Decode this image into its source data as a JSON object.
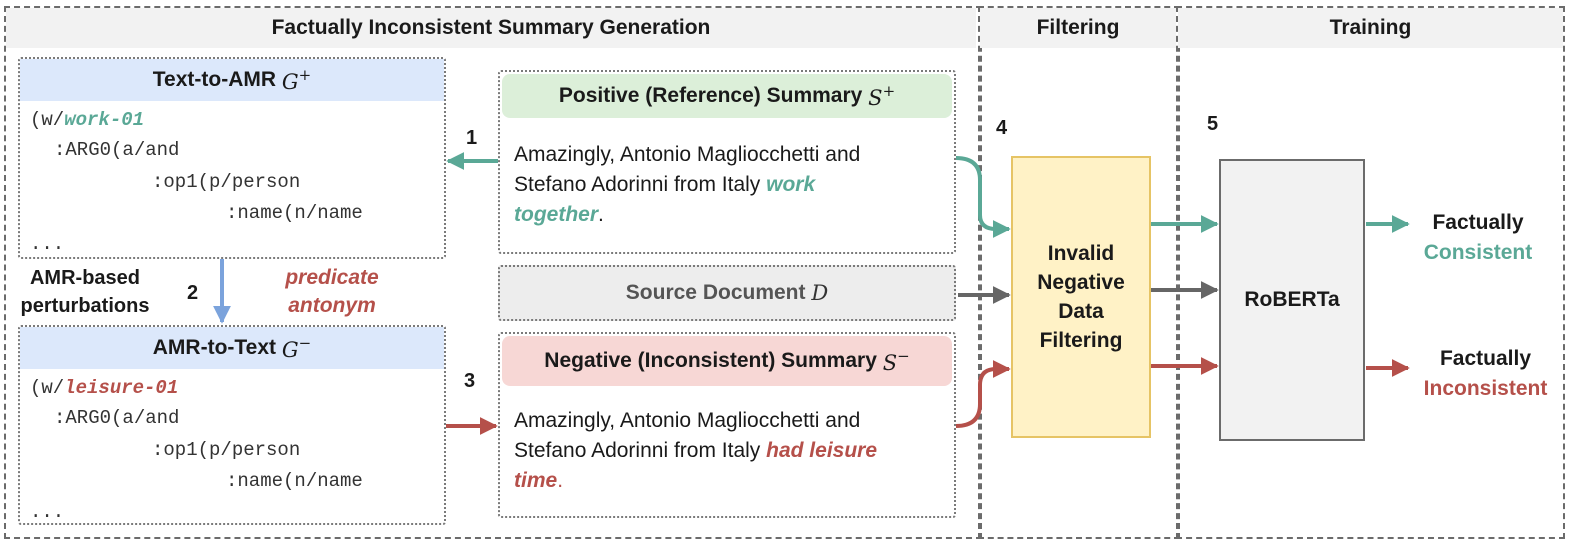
{
  "sections": {
    "generation": "Factually Inconsistent Summary Generation",
    "filtering": "Filtering",
    "training": "Training"
  },
  "text_to_amr": {
    "title": "Text-to-AMR",
    "symbol": "G",
    "sup": "+",
    "lines": [
      "(w/",
      ":ARG0(a/and",
      ":op1(p/person",
      ":name(n/name",
      "..."
    ],
    "predicate": "work-01"
  },
  "amr_to_text": {
    "title": "AMR-to-Text",
    "symbol": "G",
    "sup": "−",
    "lines": [
      "(w/",
      ":ARG0(a/and",
      ":op1(p/person",
      ":name(n/name",
      "..."
    ],
    "predicate": "leisure-01"
  },
  "perturbation": {
    "label": "AMR-based perturbations",
    "label_line1": "AMR-based",
    "label_line2": "perturbations",
    "type_line1": "predicate",
    "type_line2": "antonym"
  },
  "positive_summary": {
    "title": "Positive (Reference) Summary",
    "symbol": "S",
    "sup": "+",
    "text_line1": "Amazingly, Antonio Magliocchetti and",
    "text_line2": "Stefano Adorinni from Italy ",
    "highlight_1": "work",
    "highlight_2": "together",
    "end": "."
  },
  "source_document": {
    "title": "Source Document",
    "symbol": "D"
  },
  "negative_summary": {
    "title": "Negative (Inconsistent) Summary",
    "symbol": "S",
    "sup": "−",
    "text_line1": "Amazingly, Antonio Magliocchetti and",
    "text_line2": "Stefano Adorinni from Italy ",
    "highlight_1": "had leisure",
    "highlight_2": "time",
    "end": "."
  },
  "filter_box": {
    "line1": "Invalid",
    "line2": "Negative",
    "line3": "Data",
    "line4": "Filtering"
  },
  "model": {
    "name": "RoBERTa"
  },
  "outputs": {
    "consistent": {
      "line1": "Factually",
      "line2": "Consistent"
    },
    "inconsistent": {
      "line1": "Factually",
      "line2": "Inconsistent"
    }
  },
  "steps": [
    "1",
    "2",
    "3",
    "4",
    "5"
  ],
  "colors": {
    "green": "#5aa896",
    "red": "#b5504a",
    "gray": "#666666",
    "blue": "#7ba3dc",
    "amr_header": "#dce8fb",
    "positive_header": "#dcefd9",
    "negative_header": "#f7d7d5",
    "source_fill": "#ededed",
    "filter_fill": "#fff2c6",
    "filter_border": "#e6c465",
    "model_fill": "#f2f2f2"
  }
}
